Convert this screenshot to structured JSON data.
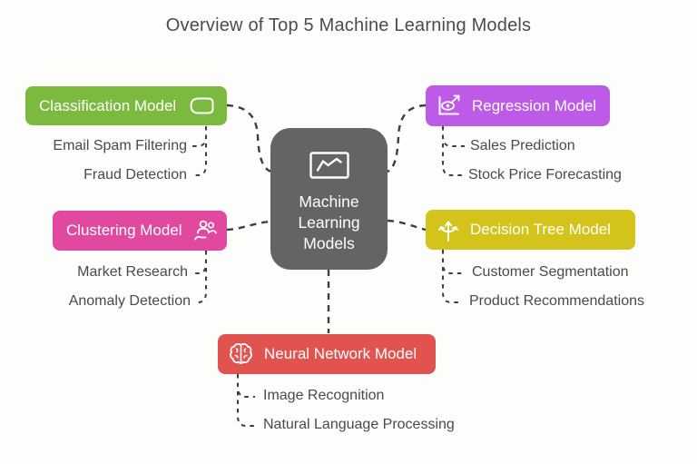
{
  "title": "Overview of Top 5 Machine Learning Models",
  "colors": {
    "background": "#fdfdfb",
    "title_text": "#4c4c4c",
    "leaf_text": "#4a4a4a",
    "connector": "#3e3e3e",
    "node_text": "#ffffff",
    "center_bg": "#646464",
    "classification": "#7cb93f",
    "regression": "#bd5ae8",
    "clustering": "#e0499e",
    "decision_tree": "#d3c31a",
    "neural_network": "#e0534f"
  },
  "center": {
    "label": "Machine Learning Models",
    "icon": "line-chart-icon"
  },
  "branches": {
    "classification": {
      "label": "Classification Model",
      "icon": "tag-icon",
      "children": [
        "Email Spam Filtering",
        "Fraud Detection"
      ]
    },
    "regression": {
      "label": "Regression Model",
      "icon": "scatter-eye-trend-icon",
      "children": [
        "Sales Prediction",
        "Stock Price Forecasting"
      ]
    },
    "clustering": {
      "label": "Clustering Model",
      "icon": "people-group-icon",
      "children": [
        "Market Research",
        "Anomaly Detection"
      ]
    },
    "decision_tree": {
      "label": "Decision Tree Model",
      "icon": "branching-arrows-icon",
      "children": [
        "Customer Segmentation",
        "Product Recommendations"
      ]
    },
    "neural_network": {
      "label": "Neural Network Model",
      "icon": "brain-icon",
      "children": [
        "Image Recognition",
        "Natural Language Processing"
      ]
    }
  }
}
